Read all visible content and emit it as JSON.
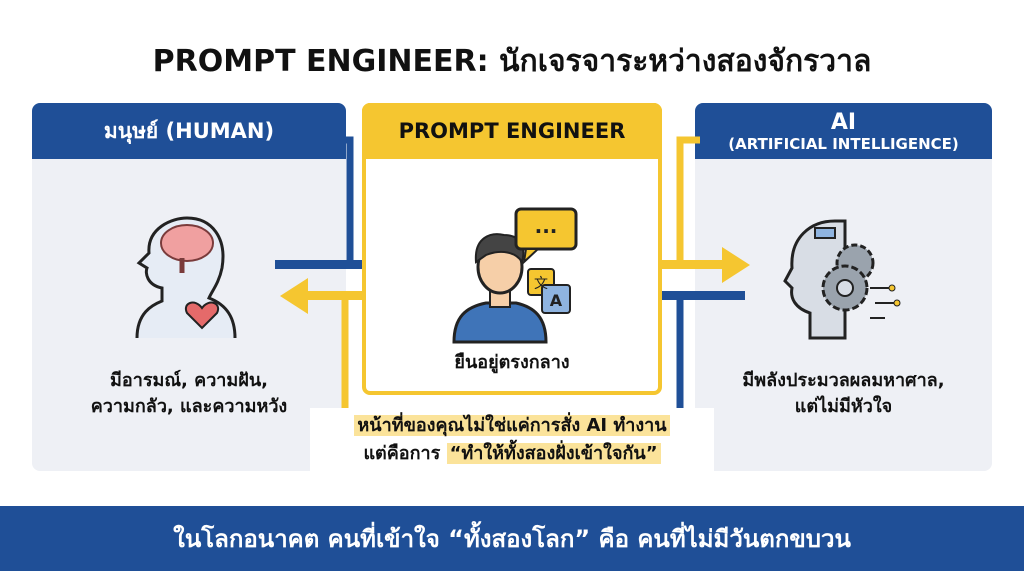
{
  "title": "PROMPT ENGINEER: นักเจรจาระหว่างสองจักรวาล",
  "human": {
    "header": "มนุษย์ (HUMAN)",
    "line1": "มีอารมณ์, ความฝัน,",
    "line2": "ความกลัว, และความหวัง"
  },
  "engineer": {
    "header": "PROMPT ENGINEER",
    "caption": "ยืนอยู่ตรงกลาง",
    "bubble": "...",
    "icon_letters": [
      "文",
      "A"
    ]
  },
  "ai": {
    "header_line1": "AI",
    "header_line2": "(ARTIFICIAL INTELLIGENCE)",
    "line1": "มีพลังประมวลผลมหาศาล,",
    "line2": "แต่ไม่มีหัวใจ"
  },
  "message": {
    "line1": "หน้าที่ของคุณไม่ใช่แค่การสั่ง AI ทำงาน",
    "line2_prefix": "แต่คือการ",
    "line2_quote": "“ทำให้ทั้งสองฝั่งเข้าใจกัน”"
  },
  "banner": "ในโลกอนาคต คนที่เข้าใจ “ทั้งสองโลก” คือ คนที่ไม่มีวันตกขบวน",
  "colors": {
    "blue": "#1f4f97",
    "yellow": "#f5c630",
    "panel": "#eef0f5"
  }
}
